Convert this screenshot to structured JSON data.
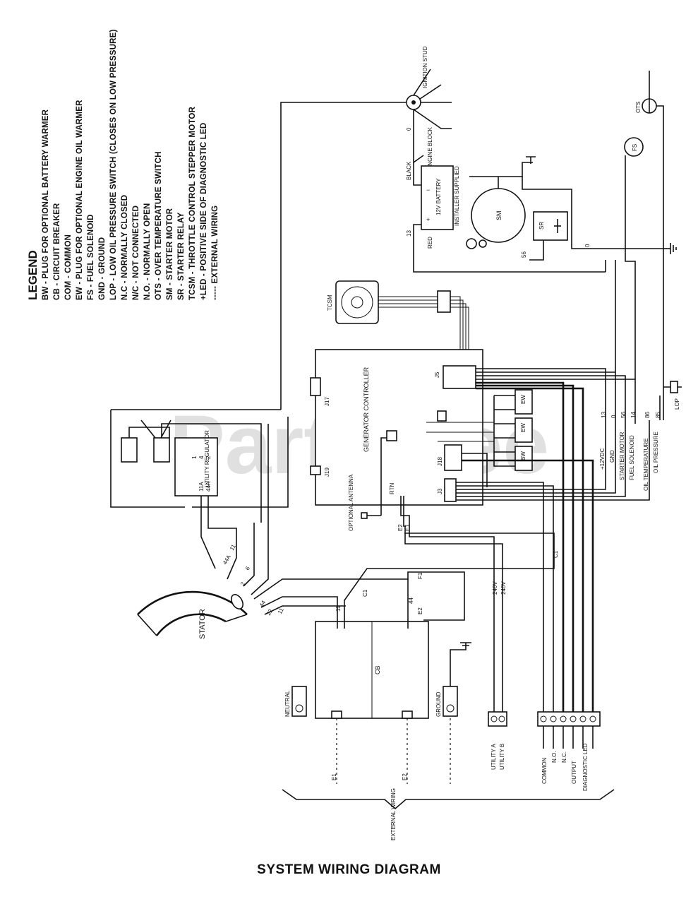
{
  "legend": {
    "title": "LEGEND",
    "items": [
      "BW - PLUG FOR OPTIONAL BATTERY WARMER",
      "CB - CIRCUIT BREAKER",
      "COM - COMMON",
      "EW - PLUG FOR OPTIONAL ENGINE OIL WARMER",
      "FS - FUEL SOLENOID",
      "GND - GROUND",
      "LOP - LOW OIL PRESSURE SWITCH (CLOSES ON LOW PRESSURE)",
      "N.C - NORMALLY CLOSED",
      "N/C - NOT CONNECTED",
      "N.O. - NORMALLY OPEN",
      "OTS - OVER TEMPERATURE SWITCH",
      "SM - STARTER MOTOR",
      "SR - STARTER RELAY",
      "TCSM - THROTTLE CONTROL STEPPER MOTOR",
      "+LED - POSITIVE SIDE OF DIAGNOSTIC LED",
      "----- EXTERNAL WIRING"
    ]
  },
  "components": {
    "tcsm": "TCSM",
    "generator_controller": "GENERATOR CONTROLLER",
    "stator": "STATOR",
    "cb": "CB",
    "neutral": "NEUTRAL",
    "ground": "GROUND",
    "utility_regulator": "UTILITY REGULATOR",
    "battery": "12V BATTERY",
    "installer_supplied": "INSTALLER SUPPLIED",
    "red": "RED",
    "black": "BLACK",
    "engine_block": "ENGINE BLOCK",
    "sm": "SM",
    "sr": "SR",
    "fs": "FS",
    "ots": "OTS",
    "lop": "LOP",
    "ignition_stud": "IGNITION STUD",
    "optional_antenna": "OPTIONAL ANTENNA",
    "rtn": "RTN",
    "bw": "BW",
    "ew1": "EW",
    "ew2": "EW",
    "external_wiring": "EXTERNAL WIRING",
    "utility_a": "UTILITY A",
    "utility_b": "UTILITY B"
  },
  "connectors": {
    "j5": "J5",
    "j17": "J17",
    "j18": "J18",
    "j3": "J3",
    "j19": "J19"
  },
  "signal_labels": {
    "plus12vdc": "+12VDC",
    "gnd": "GND",
    "starter_motor": "STARTER MOTOR",
    "fuel_solenoid": "FUEL SOLENOID",
    "oil_temperature": "OIL TEMPERATURE",
    "oil_pressure": "OIL PRESSURE",
    "v240a": "240V",
    "v240b": "240V"
  },
  "wire_numbers": {
    "w13": "13",
    "w0": "0",
    "w56": "56",
    "w14": "14",
    "w86": "86",
    "w85": "85",
    "w11": "11",
    "w44": "44",
    "w44a": "44A",
    "w11a": "11A",
    "w22": "22",
    "w2": "2",
    "w6": "6",
    "w4": "4",
    "w1": "1",
    "e1": "E1",
    "e2": "E2",
    "c1": "C1",
    "f1": "F1",
    "ext_e1": "E1",
    "ext_e2": "E2"
  },
  "external_terminals": [
    "COMMON",
    "N.O.",
    "N.C.",
    "OUTPUT",
    "DIAGNOSTIC LED"
  ],
  "watermark": "PartsTree",
  "title": "SYSTEM WIRING DIAGRAM"
}
